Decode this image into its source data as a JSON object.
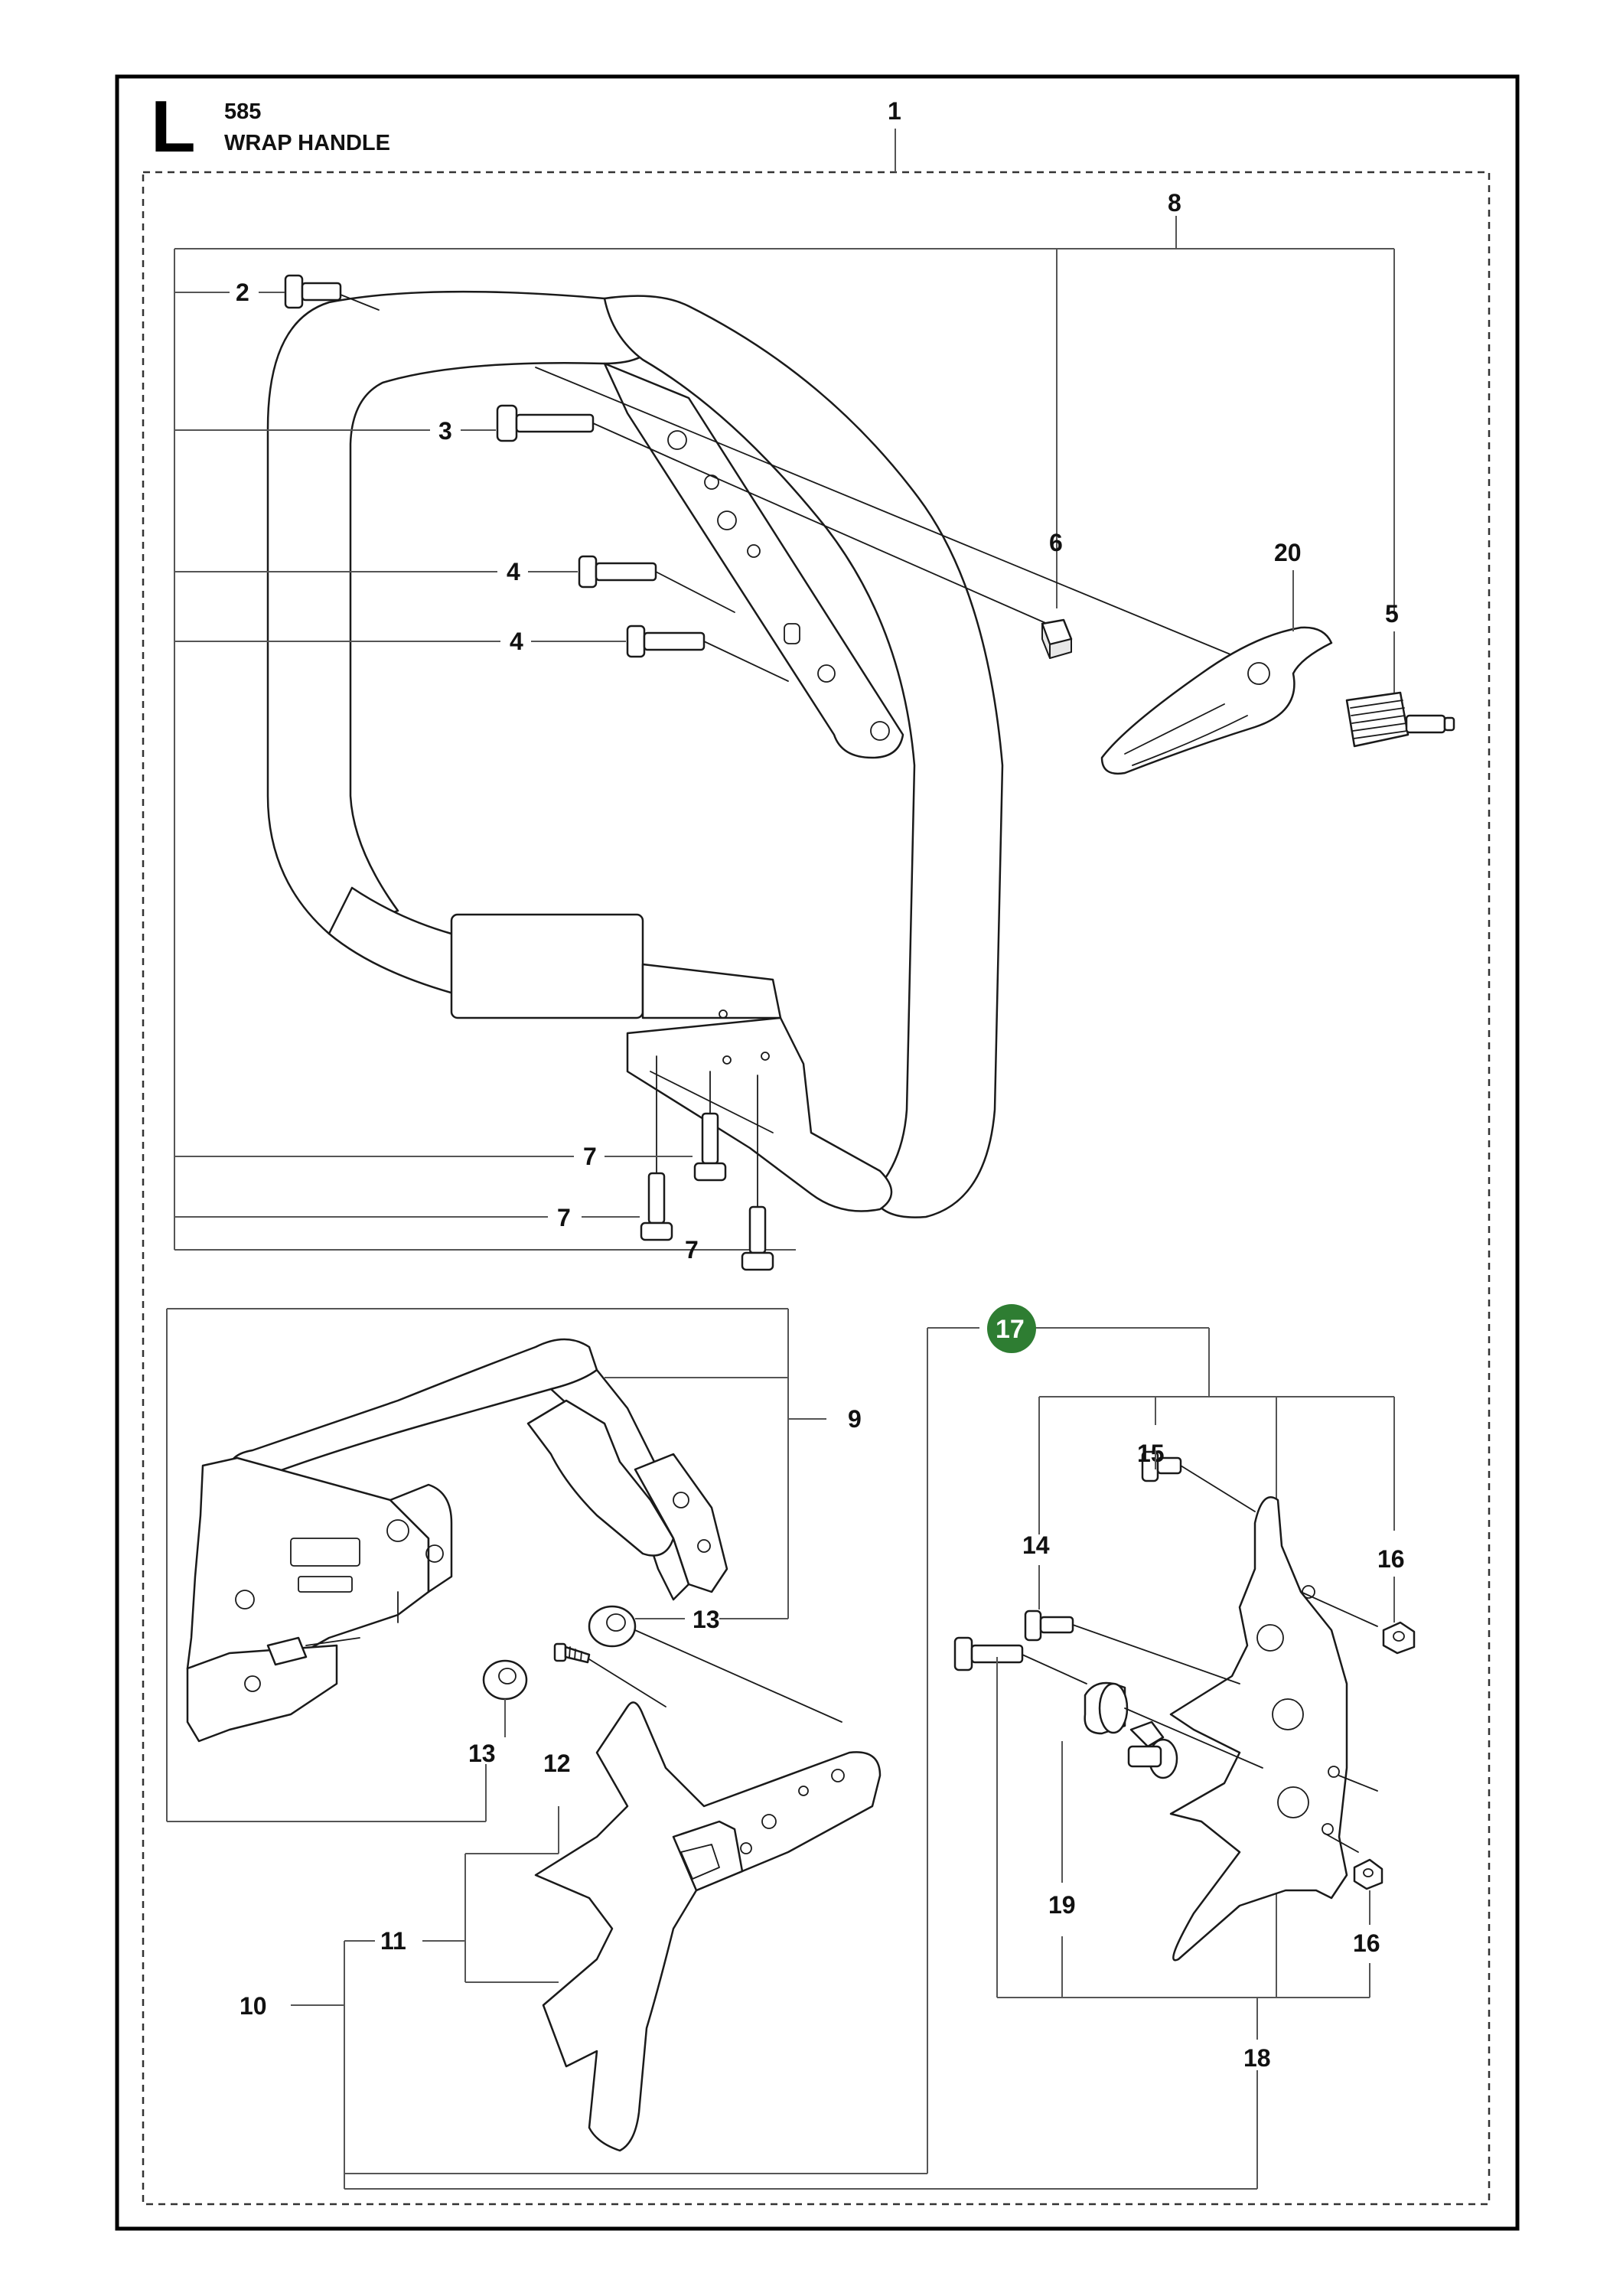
{
  "header": {
    "section_letter": "L",
    "page_number": "585",
    "title": "WRAP HANDLE"
  },
  "callouts": {
    "c1": "1",
    "c2": "2",
    "c3": "3",
    "c4a": "4",
    "c4b": "4",
    "c5": "5",
    "c6": "6",
    "c7a": "7",
    "c7b": "7",
    "c7c": "7",
    "c8": "8",
    "c9": "9",
    "c10": "10",
    "c11": "11",
    "c12": "12",
    "c13a": "13",
    "c13b": "13",
    "c14": "14",
    "c15": "15",
    "c16a": "16",
    "c16b": "16",
    "c17": "17",
    "c18": "18",
    "c19": "19",
    "c20": "20"
  },
  "colors": {
    "highlight_badge": "#2e7d32"
  }
}
